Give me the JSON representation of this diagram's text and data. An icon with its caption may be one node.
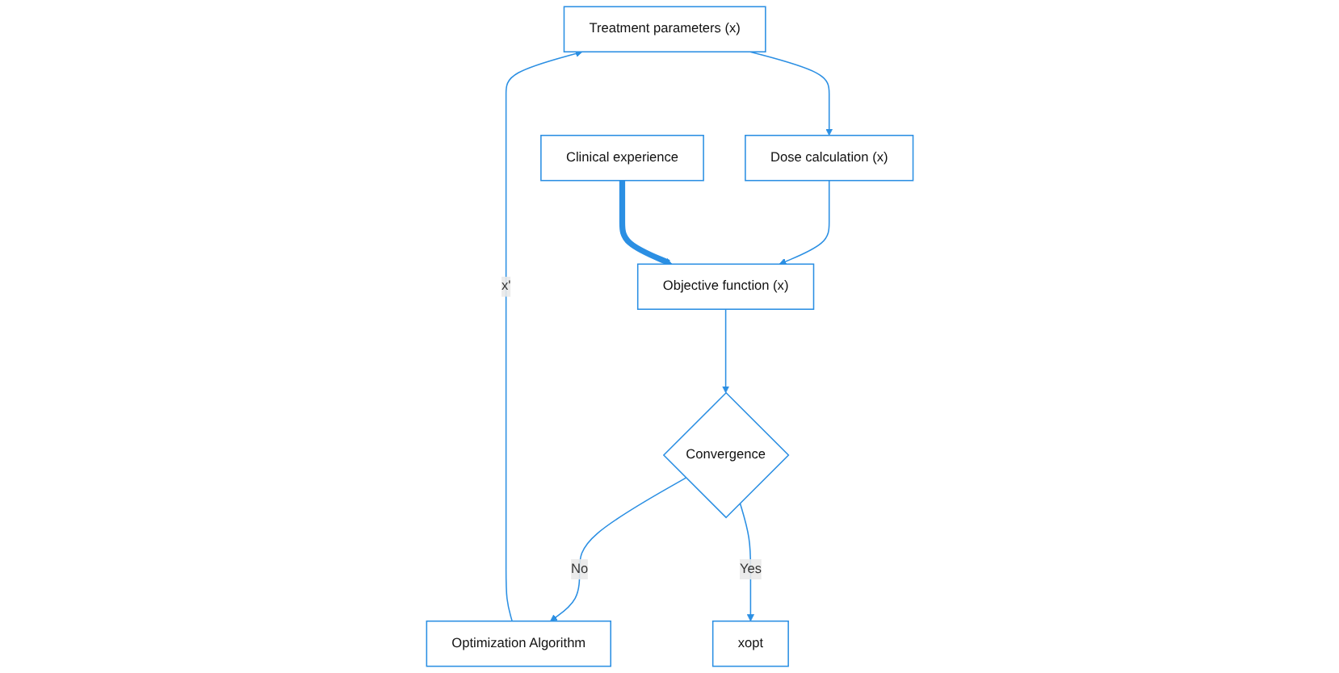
{
  "diagram": {
    "nodes": [
      {
        "text": [
          "Treatment parameters (x)"
        ]
      },
      {
        "text": [
          "Optimization Algorithm"
        ]
      },
      {
        "text": [
          "Convergence"
        ]
      },
      {
        "text": [
          "xopt"
        ]
      },
      {
        "text": [
          "Dose calculation (x)"
        ]
      },
      {
        "text": [
          "Objective function (x)"
        ]
      },
      {
        "text": [
          "Clinical experience"
        ]
      }
    ],
    "edges": [
      {
        "from": 1,
        "to": 0,
        "arrow": "to",
        "label": "x'"
      },
      {
        "from": 0,
        "to": 4,
        "arrow": "to"
      },
      {
        "from": 4,
        "to": 5,
        "arrow": "to"
      },
      {
        "from": 5,
        "to": 2,
        "arrow": "to"
      },
      {
        "from": 2,
        "to": 1,
        "arrow": "to",
        "label": "No"
      },
      {
        "from": 2,
        "to": 3,
        "arrow": "to",
        "label": "Yes"
      },
      {
        "from": 6,
        "to": 5,
        "arrow": "to",
        "style": "thick"
      }
    ]
  }
}
